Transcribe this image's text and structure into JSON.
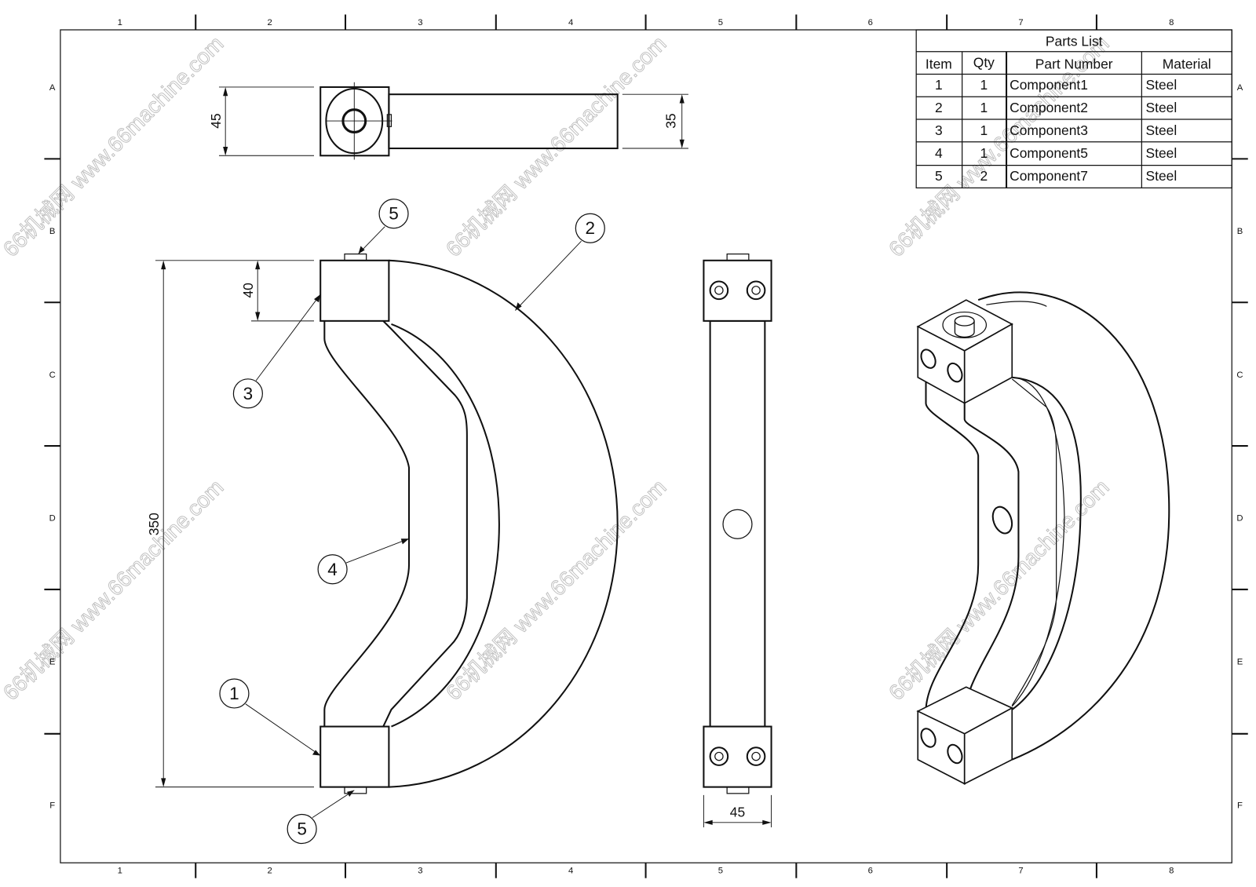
{
  "border": {
    "columns": [
      "1",
      "2",
      "3",
      "4",
      "5",
      "6",
      "7",
      "8"
    ],
    "rows": [
      "A",
      "B",
      "C",
      "D",
      "E",
      "F"
    ]
  },
  "parts_list": {
    "title": "Parts List",
    "headers": [
      "Item",
      "Qty",
      "Part Number",
      "Material"
    ],
    "rows": [
      [
        "1",
        "1",
        "Component1",
        "Steel"
      ],
      [
        "2",
        "1",
        "Component2",
        "Steel"
      ],
      [
        "3",
        "1",
        "Component3",
        "Steel"
      ],
      [
        "4",
        "1",
        "Component5",
        "Steel"
      ],
      [
        "5",
        "2",
        "Component7",
        "Steel"
      ]
    ]
  },
  "dimensions": {
    "top_view_height": "45",
    "top_view_bar": "35",
    "front_overall": "350",
    "front_block": "40",
    "side_width": "45"
  },
  "balloons": {
    "top_pin": "5",
    "arc": "2",
    "top_block": "3",
    "inner_bar": "4",
    "bottom_block": "1",
    "bottom_pin": "5"
  },
  "watermark": "66机械网 www.66machine.com"
}
